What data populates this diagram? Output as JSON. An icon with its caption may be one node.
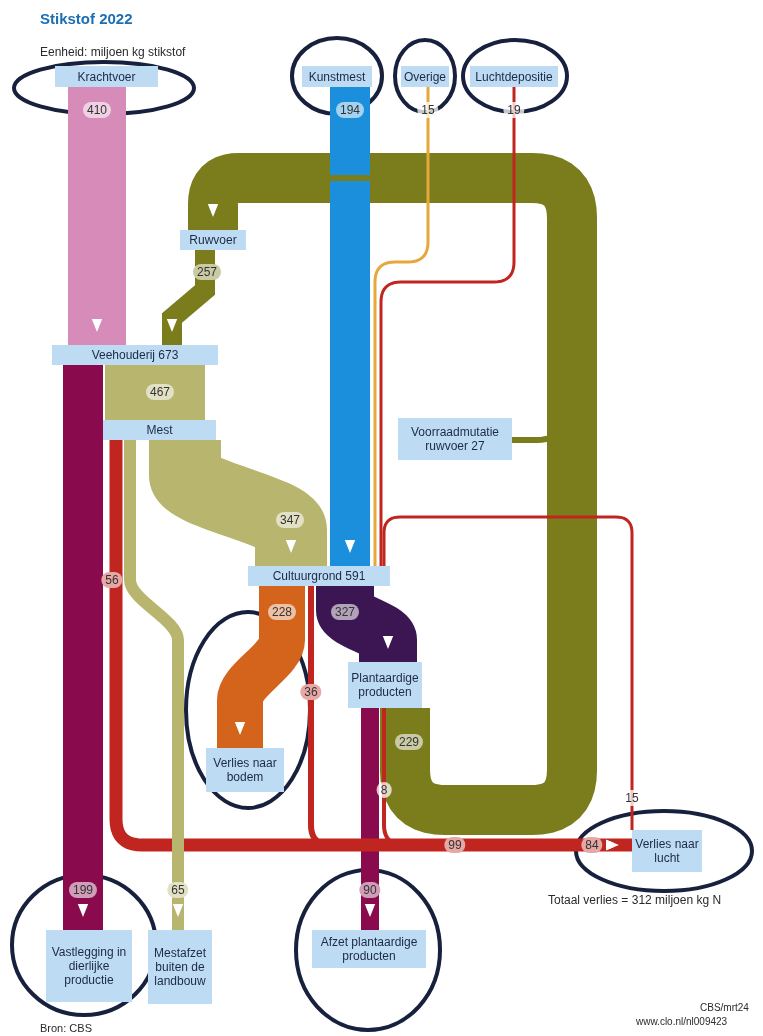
{
  "diagram": {
    "title": "Stikstof 2022",
    "nodes": [
      {
        "text": [
          "Krachtvoer"
        ]
      },
      {
        "text": [
          "Kunstmest"
        ]
      },
      {
        "text": [
          "Overige"
        ]
      },
      {
        "text": [
          "Luchtdepositie"
        ]
      },
      {
        "text": [
          "Ruwvoer"
        ]
      },
      {
        "text": [
          "Veehouderij 673"
        ]
      },
      {
        "text": [
          "Mest"
        ]
      },
      {
        "text": [
          "Voorraadmutatie ruwvoer 27"
        ]
      },
      {
        "text": [
          "Cultuurgrond 591"
        ]
      },
      {
        "text": [
          "Verlies naar bodem"
        ]
      },
      {
        "text": [
          "Plantaardige producten"
        ]
      },
      {
        "text": [
          "Verlies naar lucht"
        ]
      },
      {
        "text": [
          "Vastlegging in dierlijke productie"
        ]
      },
      {
        "text": [
          "Mestafzet buiten de landbouw"
        ]
      },
      {
        "text": [
          "Afzet plantaardige producten"
        ]
      }
    ],
    "edges": [
      {
        "from": 0,
        "to": 5,
        "arrow": "to",
        "label": "410",
        "style": "thick",
        "color": "#d68bb9"
      },
      {
        "from": 1,
        "to": 8,
        "arrow": "to",
        "label": "194",
        "style": "thick",
        "color": "#1b8fdb"
      },
      {
        "from": 2,
        "to": 8,
        "arrow": "none",
        "label": "15",
        "color": "#e6a83a"
      },
      {
        "from": 3,
        "to": 8,
        "arrow": "none",
        "label": "19",
        "color": "#c0261f"
      },
      {
        "from": 4,
        "to": 5,
        "arrow": "to",
        "label": "257",
        "color": "#7b7d1c"
      },
      {
        "from": 5,
        "to": 6,
        "arrow": "none",
        "label": "467",
        "style": "thick",
        "color": "#b8b56f"
      },
      {
        "from": 5,
        "to": 12,
        "arrow": "to",
        "label": "199",
        "style": "thick",
        "color": "#8a0a4e"
      },
      {
        "from": 6,
        "to": 8,
        "arrow": "to",
        "label": "347",
        "style": "thick",
        "color": "#b8b56f"
      },
      {
        "from": 6,
        "to": 13,
        "arrow": "to",
        "label": "65",
        "color": "#b8b56f"
      },
      {
        "from": 6,
        "to": 11,
        "arrow": "to",
        "label": "56",
        "color": "#c0261f"
      },
      {
        "from": 8,
        "to": 9,
        "arrow": "to",
        "label": "228",
        "style": "thick",
        "color": "#d4641c"
      },
      {
        "from": 8,
        "to": 10,
        "arrow": "to",
        "label": "327",
        "style": "thick",
        "color": "#3b1652"
      },
      {
        "from": 8,
        "to": 11,
        "arrow": "to",
        "label": "36",
        "color": "#c0261f"
      },
      {
        "from": 10,
        "to": 14,
        "arrow": "to",
        "label": "90",
        "color": "#8a0a4e"
      },
      {
        "from": 10,
        "to": 11,
        "arrow": "to",
        "label": "8",
        "color": "#c0261f"
      },
      {
        "from": 7,
        "to": 4,
        "arrow": "none",
        "color": "#7b7d1c"
      },
      {
        "from": 10,
        "to": 4,
        "arrow": "to",
        "label": "229",
        "style": "thick",
        "color": "#7b7d1c"
      },
      {
        "from": 11,
        "to": 8,
        "arrow": "none",
        "label": "15",
        "color": "#c0261f"
      }
    ],
    "labels": [
      "Eenheid: miljoen kg stikstof",
      "99",
      "84",
      "Totaal verlies = 312 miljoen kg N",
      "Bron: CBS",
      "CBS/mrt24",
      "www.clo.nl/nl009423"
    ]
  }
}
